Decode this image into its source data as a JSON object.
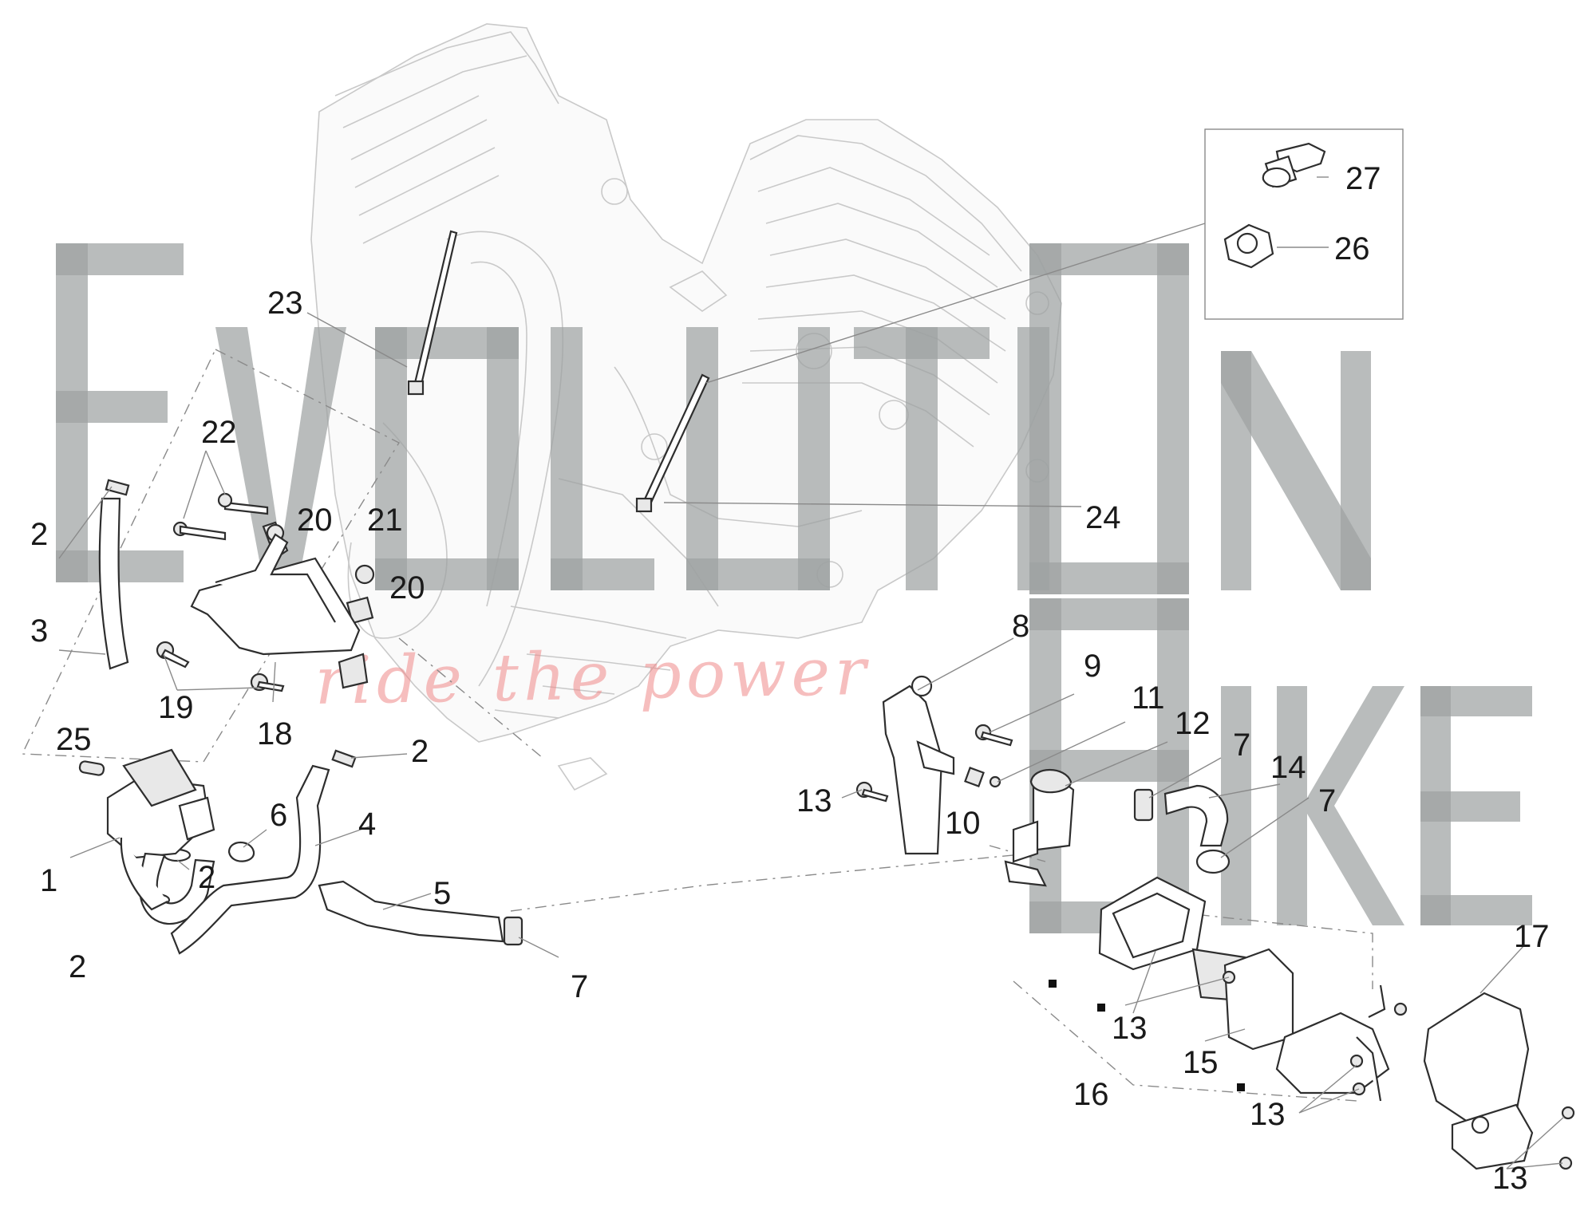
{
  "watermark": {
    "tagline": "ride the power",
    "color": "#9ea2a2",
    "tagline_color": "#f08a8a"
  },
  "callouts": {
    "c1": "1",
    "c2a": "2",
    "c2b": "2",
    "c2c": "2",
    "c2d": "2",
    "c3": "3",
    "c4": "4",
    "c5": "5",
    "c6": "6",
    "c7a": "7",
    "c7b": "7",
    "c7c": "7",
    "c8": "8",
    "c9": "9",
    "c10": "10",
    "c11": "11",
    "c12": "12",
    "c13a": "13",
    "c13b": "13",
    "c13c": "13",
    "c13d": "13",
    "c14": "14",
    "c15": "15",
    "c16": "16",
    "c17": "17",
    "c18": "18",
    "c19": "19",
    "c20a": "20",
    "c20b": "20",
    "c21": "21",
    "c22": "22",
    "c23": "23",
    "c24": "24",
    "c25": "25",
    "c26": "26",
    "c27": "27"
  }
}
